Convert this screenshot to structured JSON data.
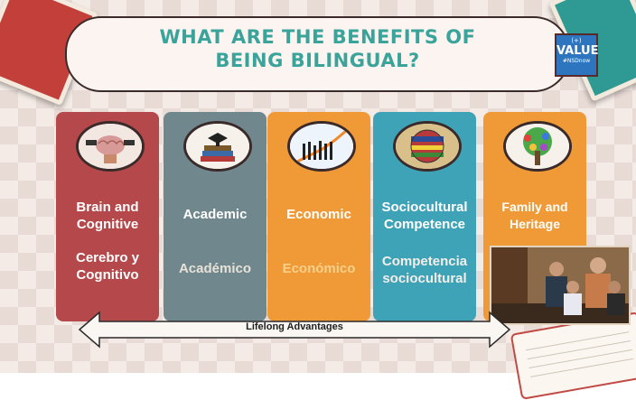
{
  "title": {
    "line1": "WHAT ARE THE BENEFITS OF",
    "line2": "BEING BILINGUAL?"
  },
  "logo": {
    "top": "(+)",
    "main": "VALUE",
    "tag": "#NSDnow"
  },
  "cards": [
    {
      "en1": "Brain and",
      "en2": "Cognitive",
      "es1": "Cerebro y",
      "es2": "Cognitivo",
      "color": "#b5484a",
      "icon": "brain-icon"
    },
    {
      "en1": "Academic",
      "en2": "",
      "es1": "Académico",
      "es2": "",
      "color": "#6f878d",
      "icon": "books-icon"
    },
    {
      "en1": "Economic",
      "en2": "",
      "es1": "Económico",
      "es2": "",
      "color": "#ef9a37",
      "icon": "graph-icon"
    },
    {
      "en1": "Sociocultural",
      "en2": "Competence",
      "es1": "Competencia",
      "es2": "sociocultural",
      "color": "#3fa3b8",
      "icon": "globe-flags-icon"
    },
    {
      "en1": "Family and",
      "en2": "Heritage",
      "es1": "",
      "es2": "",
      "color": "#ef9a37",
      "icon": "tree-hands-icon"
    }
  ],
  "arrow_label": "Lifelong Advantages",
  "colors": {
    "title": "#3aa39a",
    "spanish_text_on_orange": "#f6d08a",
    "spanish_text_on_red": "#ffffff"
  }
}
